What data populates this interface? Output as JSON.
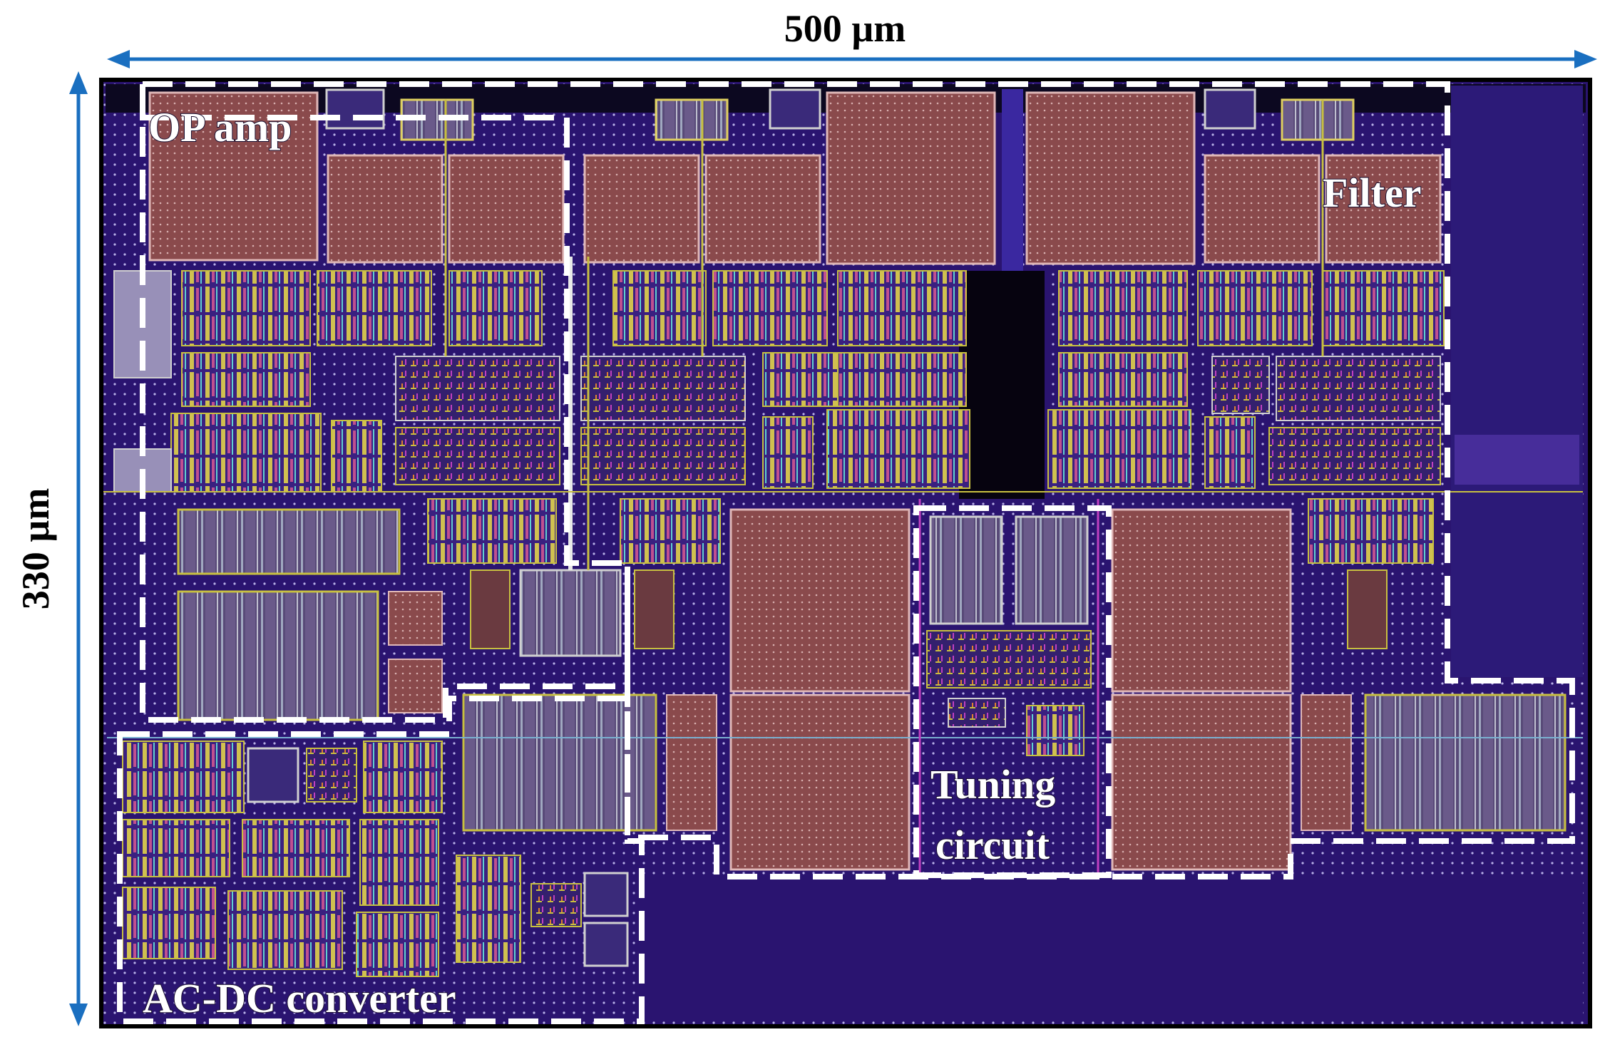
{
  "dimensions": {
    "width_label": "500 µm",
    "height_label": "330 µm"
  },
  "regions": {
    "op_amp": "OP amp",
    "filter": "Filter",
    "tuning_line1": "Tuning",
    "tuning_line2": "circuit",
    "acdc": "AC-DC converter"
  },
  "colors": {
    "substrate": "#2a1470",
    "substrate_dark": "#120a3a",
    "capacitor": "#8a4a4c",
    "capacitor_edge": "#c89a9a",
    "metal_yellow": "#c8c040",
    "metal_magenta": "#c040c0",
    "dimension_arrow": "#1a6fc0",
    "region_border": "#ffffff"
  }
}
